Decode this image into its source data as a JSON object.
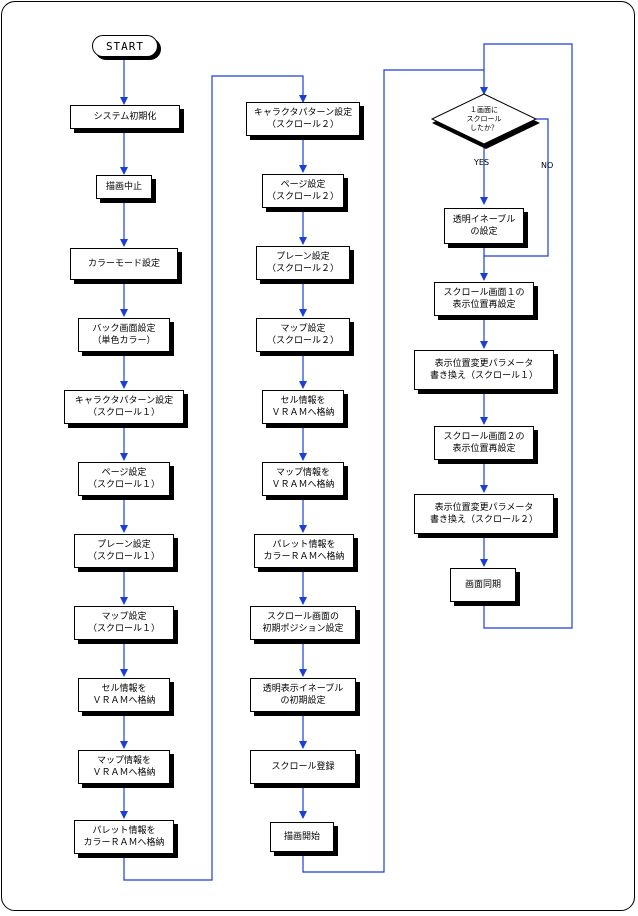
{
  "start_label": "START",
  "column1": [
    "システム初期化",
    "描画中止",
    "カラーモード設定",
    "バック画面設定\n（単色カラー）",
    "キャラクタパターン設定\n（スクロール１）",
    "ページ設定\n（スクロール１）",
    "プレーン設定\n（スクロール１）",
    "マップ設定\n（スクロール１）",
    "セル情報を\nＶＲＡＭへ格納",
    "マップ情報を\nＶＲＡＭへ格納",
    "パレット情報を\nカラーＲＡＭへ格納"
  ],
  "column2": [
    "キャラクタパターン設定\n（スクロール２）",
    "ページ設定\n（スクロール２）",
    "プレーン設定\n（スクロール２）",
    "マップ設定\n（スクロール２）",
    "セル情報を\nＶＲＡＭへ格納",
    "マップ情報を\nＶＲＡＭへ格納",
    "パレット情報を\nカラーＲＡＭへ格納",
    "スクロール画面の\n初期ポジション設定",
    "透明表示イネーブル\nの初期設定",
    "スクロール登録",
    "描画開始"
  ],
  "column3": {
    "decision": "１画面に\nスクロール\nしたか？",
    "yes_label": "YES",
    "no_label": "NO",
    "boxes": [
      "透明イネーブル\nの設定",
      "スクロール画面１の\n表示位置再設定",
      "表示位置変更パラメータ\n書き換え（スクロール１）",
      "スクロール画面２の\n表示位置再設定",
      "表示位置変更パラメータ\n書き換え（スクロール２）",
      "画面同期"
    ]
  },
  "colors": {
    "arrow": "#1a3fd6",
    "box_border": "#000000",
    "shadow": "#000000"
  }
}
